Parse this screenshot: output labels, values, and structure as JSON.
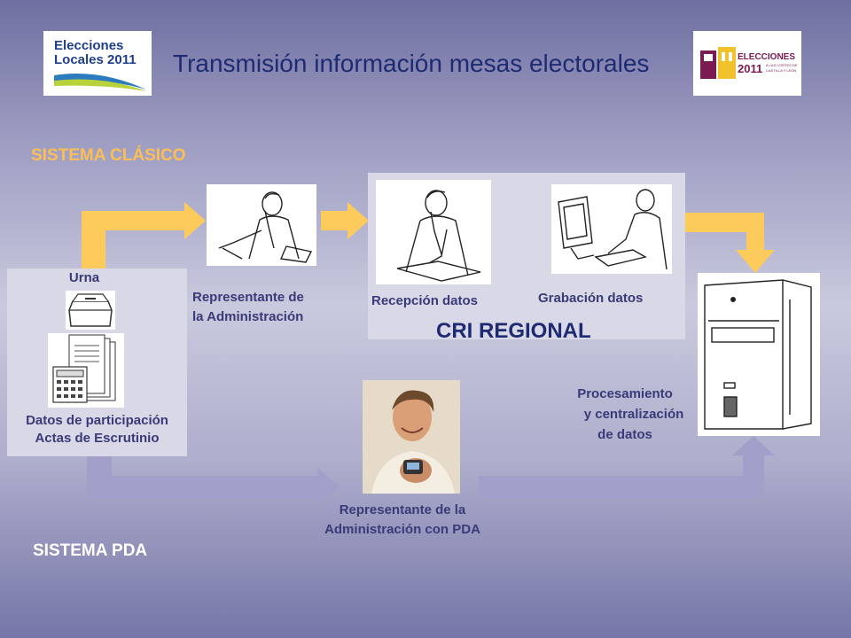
{
  "header": {
    "title": "Transmisión información mesas electorales",
    "logo_left": {
      "line1": "Elecciones",
      "line2": "Locales 2011"
    },
    "logo_right": {
      "word": "ELECCIONES",
      "year": "2011",
      "sub1": "A LAS CORTES DE",
      "sub2": "CASTILLA Y LEÓN"
    }
  },
  "sections": {
    "classic": "SISTEMA CLÁSICO",
    "pda": "SISTEMA PDA"
  },
  "nodes": {
    "urna": "Urna",
    "datos_line1": "Datos de participación",
    "datos_line2": "Actas de Escrutinio",
    "representante_line1": "Representante de",
    "representante_line2": "la Administración",
    "recepcion": "Recepción datos",
    "grabacion": "Grabación datos",
    "cri": "CRI REGIONAL",
    "procesamiento_line1": "Procesamiento",
    "procesamiento_line2": "y centralización",
    "procesamiento_line3": "de datos",
    "pda_line1": "Representante de la",
    "pda_line2": "Administración con PDA"
  },
  "colors": {
    "classic_arrow": "#fdca5c",
    "pda_arrow": "#a39fcb",
    "classic_label": "#fdbf55",
    "pda_label": "#ffffff",
    "title": "#1e2a72"
  }
}
